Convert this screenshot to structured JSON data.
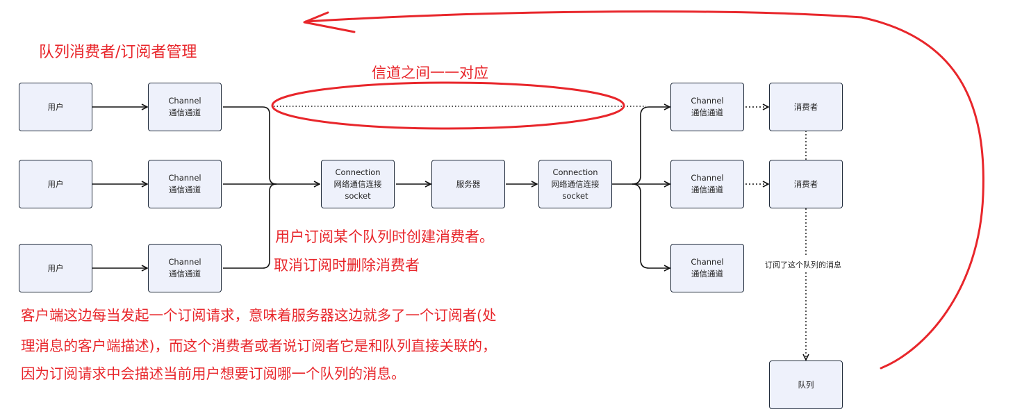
{
  "colors": {
    "node_fill": "#eef1fb",
    "node_border": "#1f2a3a",
    "line": "#111111",
    "annotation": "#e8262b"
  },
  "nodes": {
    "user1": {
      "line1": "用户"
    },
    "user2": {
      "line1": "用户"
    },
    "user3": {
      "line1": "用户"
    },
    "chan_l1": {
      "line1": "Channel",
      "line2": "通信通道"
    },
    "chan_l2": {
      "line1": "Channel",
      "line2": "通信通道"
    },
    "chan_l3": {
      "line1": "Channel",
      "line2": "通信通道"
    },
    "conn_l": {
      "line1": "Connection",
      "line2": "网络通信连接",
      "line3": "socket"
    },
    "server": {
      "line1": "服务器"
    },
    "conn_r": {
      "line1": "Connection",
      "line2": "网络通信连接",
      "line3": "socket"
    },
    "chan_r1": {
      "line1": "Channel",
      "line2": "通信通道"
    },
    "chan_r2": {
      "line1": "Channel",
      "line2": "通信通道"
    },
    "chan_r3": {
      "line1": "Channel",
      "line2": "通信通道"
    },
    "consumer1": {
      "line1": "消费者"
    },
    "consumer2": {
      "line1": "消费者"
    },
    "queue": {
      "line1": "队列"
    }
  },
  "labels": {
    "subscribed_msg": "订阅了这个队列的消息"
  },
  "annotations": {
    "title": "队列消费者/订阅者管理",
    "channel_mapping": "信道之间一一对应",
    "create_line1": "用户订阅某个队列时创建消费者。",
    "create_line2": "取消订阅时删除消费者",
    "para_line1": "客户端这边每当发起一个订阅请求，意味着服务器这边就多了一个订阅者(处",
    "para_line2": "理消息的客户端描述)，而这个消费者或者说订阅者它是和队列直接关联的，",
    "para_line3": "因为订阅请求中会描述当前用户想要订阅哪一个队列的消息。"
  }
}
